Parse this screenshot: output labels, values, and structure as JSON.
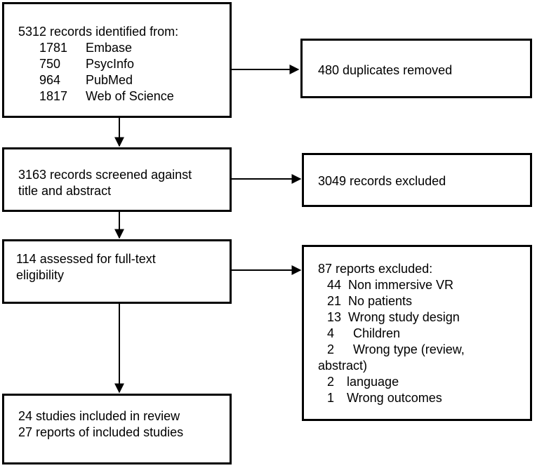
{
  "identified": {
    "title": "5312 records identified from:",
    "sources": [
      {
        "count": "1781",
        "name": "Embase"
      },
      {
        "count": "750",
        "name": "PsycInfo"
      },
      {
        "count": "964",
        "name": "PubMed"
      },
      {
        "count": "1817",
        "name": "Web of Science"
      }
    ]
  },
  "duplicates": {
    "text": "480 duplicates removed"
  },
  "screened": {
    "line1": "3163 records screened against",
    "line2": "title and abstract"
  },
  "excluded_records": {
    "text": "3049 records excluded"
  },
  "assessed": {
    "line1": "114 assessed for full-text",
    "line2": "eligibility"
  },
  "reports_excluded": {
    "title": "87 reports excluded:",
    "items": [
      {
        "count": "44",
        "reason": "Non immersive VR"
      },
      {
        "count": "21",
        "reason": "No patients"
      },
      {
        "count": "13",
        "reason": "Wrong study design"
      },
      {
        "count": "4",
        "reason": "Children"
      },
      {
        "count": "2",
        "reason": "Wrong type (review,"
      }
    ],
    "wrap": "abstract)",
    "items2": [
      {
        "count": "2",
        "reason": "language"
      },
      {
        "count": "1",
        "reason": "Wrong outcomes"
      }
    ]
  },
  "included": {
    "line1": "24 studies included in review",
    "line2": "27 reports of included studies"
  }
}
